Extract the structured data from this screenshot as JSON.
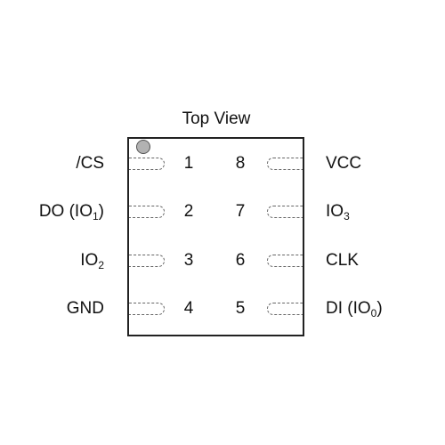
{
  "title": "Top View",
  "pins": [
    {
      "number": "1",
      "label": "/CS",
      "sub": "",
      "suffix": ""
    },
    {
      "number": "2",
      "label": "DO (IO",
      "sub": "1",
      "suffix": ")"
    },
    {
      "number": "3",
      "label": "IO",
      "sub": "2",
      "suffix": ""
    },
    {
      "number": "4",
      "label": "GND",
      "sub": "",
      "suffix": ""
    },
    {
      "number": "5",
      "label": "DI (IO",
      "sub": "0",
      "suffix": ")"
    },
    {
      "number": "6",
      "label": "CLK",
      "sub": "",
      "suffix": ""
    },
    {
      "number": "7",
      "label": "IO",
      "sub": "3",
      "suffix": ""
    },
    {
      "number": "8",
      "label": "VCC",
      "sub": "",
      "suffix": ""
    }
  ]
}
